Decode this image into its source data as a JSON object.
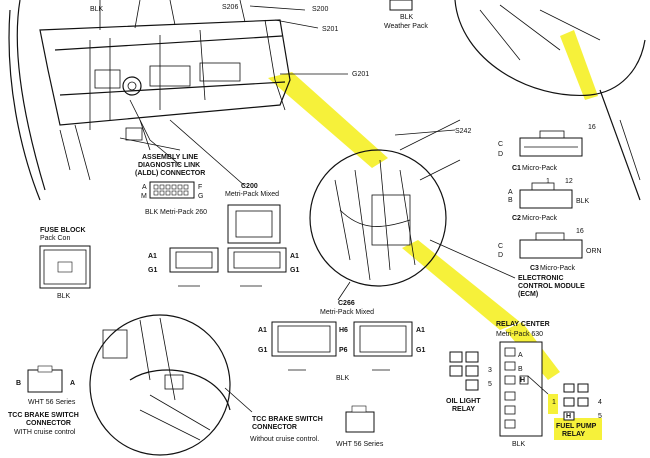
{
  "colors": {
    "highlight": "#f4ef17",
    "ink": "#111111"
  },
  "top_labels": {
    "blk_top": "BLK",
    "s206": "S206",
    "s200": "S200",
    "s201": "S201",
    "g201": "G201",
    "weather_blk": "BLK",
    "weather_pack": "Weather Pack"
  },
  "aldl": {
    "title1": "ASSEMBLY LINE",
    "title2": "DIAGNOSTIC LINK",
    "title3": "(ALDL) CONNECTOR",
    "pin_a": "A",
    "pin_m": "M",
    "pin_f": "F",
    "pin_g": "G",
    "color": "BLK",
    "pack": "Metri-Pack 260"
  },
  "c200": {
    "name": "C200",
    "pack": "Metri-Pack Mixed",
    "a1": "A1",
    "g1": "G1",
    "a1r": "A1",
    "g1r": "G1"
  },
  "fuse_block": {
    "title": "FUSE BLOCK",
    "pack": "Pack Con",
    "color": "BLK"
  },
  "s242": "S242",
  "micro": {
    "c1": "C1",
    "c2": "C2",
    "c3": "C3",
    "c1_text": "Micro-Pack",
    "c2_text": "Micro-Pack",
    "c3_text": "Micro-Pack",
    "c1_color": "BLK",
    "c2_color": "BLK",
    "c3_color": "ORN",
    "c1_pin": "16",
    "c2_pin": "12",
    "c3_pin": "16",
    "c": "C",
    "d": "D",
    "a": "A",
    "b": "B",
    "c2c": "C",
    "c2d": "D",
    "one": "1"
  },
  "ecm": {
    "line1": "ELECTRONIC",
    "line2": "CONTROL MODULE",
    "line3": "(ECM)"
  },
  "c266": {
    "name": "C266",
    "pack": "Metri-Pack Mixed",
    "a1": "A1",
    "g1": "G1",
    "h6": "H6",
    "p6": "P6",
    "a1r": "A1",
    "g1r": "G1",
    "color": "BLK"
  },
  "relay_center": {
    "title": "RELAY CENTER",
    "pack": "Metri-Pack 630",
    "a": "A",
    "b": "B",
    "h": "H",
    "color": "BLK",
    "oil1": "OIL LIGHT",
    "oil2": "RELAY",
    "n3": "3",
    "n5": "5",
    "fuel1": "FUEL PUMP",
    "fuel2": "RELAY",
    "fp1": "1",
    "fp4": "4",
    "fp5": "5",
    "fph": "H"
  },
  "tcc_left": {
    "b": "B",
    "a": "A",
    "series": "WHT 56 Series",
    "line1": "TCC BRAKE SWITCH",
    "line2": "CONNECTOR",
    "line3": "WITH cruise control"
  },
  "tcc_right": {
    "line1": "TCC BRAKE SWITCH",
    "line2": "CONNECTOR",
    "line3": "Without cruise control.",
    "series": "WHT 56 Series"
  }
}
